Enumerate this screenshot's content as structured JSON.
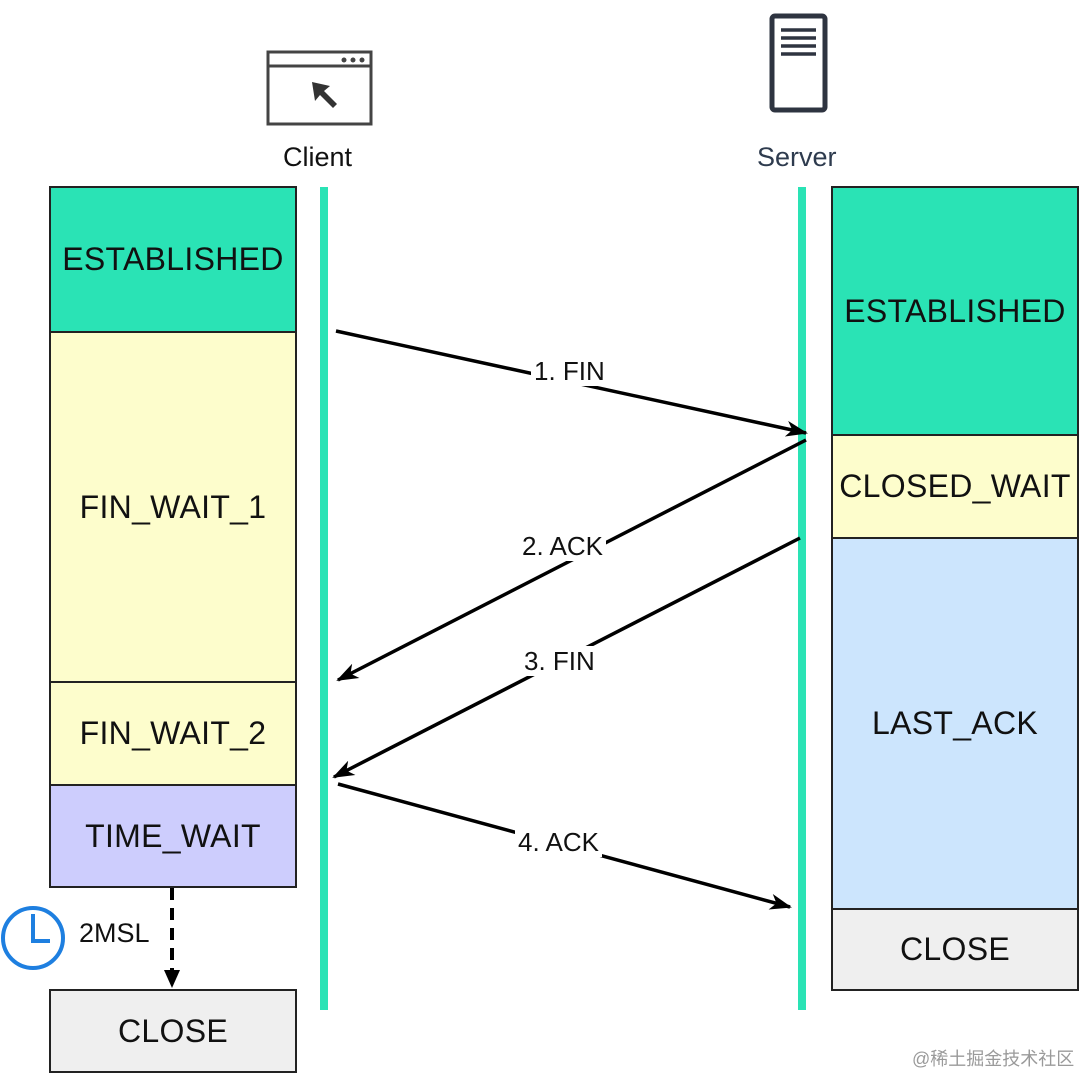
{
  "client": {
    "label": "Client"
  },
  "server": {
    "label": "Server"
  },
  "client_states": {
    "established": "ESTABLISHED",
    "fin_wait_1": "FIN_WAIT_1",
    "fin_wait_2": "FIN_WAIT_2",
    "time_wait": "TIME_WAIT",
    "close": "CLOSE"
  },
  "server_states": {
    "established": "ESTABLISHED",
    "closed_wait": "CLOSED_WAIT",
    "last_ack": "LAST_ACK",
    "close": "CLOSE"
  },
  "messages": {
    "fin1": "1. FIN",
    "ack2": "2. ACK",
    "fin3": "3. FIN",
    "ack4": "4. ACK"
  },
  "timer": {
    "label": "2MSL"
  },
  "watermark": "@稀土掘金技术社区",
  "colors": {
    "established": "#2ae3b5",
    "fin_wait": "#fdfdcc",
    "time_wait": "#cdcdfd",
    "last_ack": "#cce5fd",
    "close": "#efefef",
    "lifeline": "#2ae3b5",
    "timer_icon": "#1e7fe0"
  }
}
